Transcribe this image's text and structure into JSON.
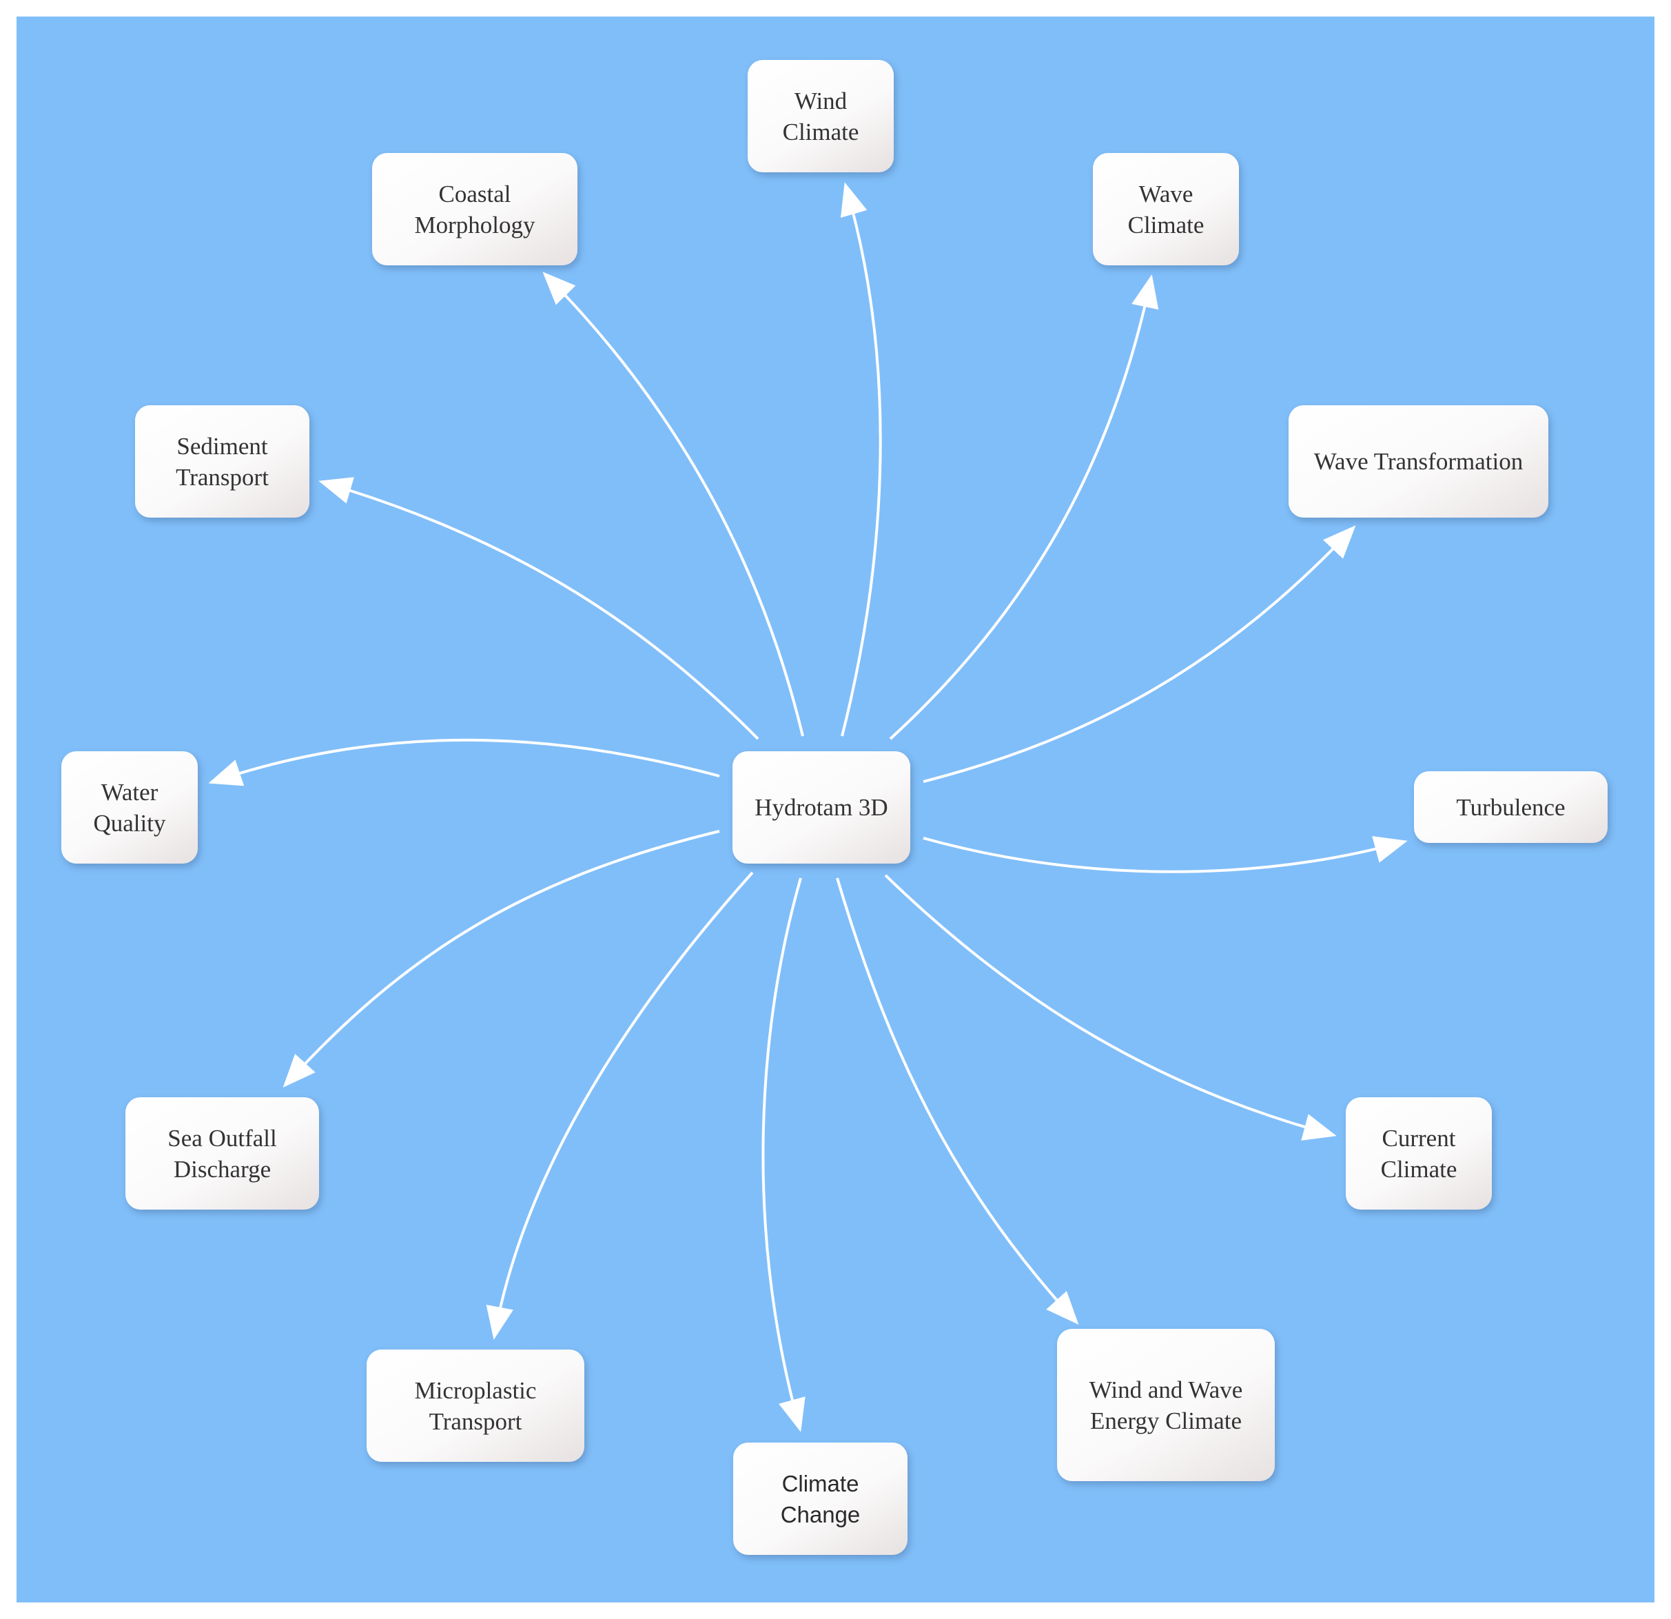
{
  "colors": {
    "background": "#80bef9",
    "arrow": "#ffffff",
    "node_fill": "#ffffff",
    "node_text": "#333333"
  },
  "center": {
    "label": "Hydrotam 3D"
  },
  "nodes": [
    {
      "id": "wind-climate",
      "lines": [
        "Wind",
        "Climate"
      ]
    },
    {
      "id": "wave-climate",
      "lines": [
        "Wave",
        "Climate"
      ]
    },
    {
      "id": "coastal-morphology",
      "lines": [
        "Coastal",
        "Morphology"
      ]
    },
    {
      "id": "sediment-transport",
      "lines": [
        "Sediment",
        "Transport"
      ]
    },
    {
      "id": "wave-transformation",
      "lines": [
        "Wave Transformation"
      ]
    },
    {
      "id": "water-quality",
      "lines": [
        "Water",
        "Quality"
      ]
    },
    {
      "id": "turbulence",
      "lines": [
        "Turbulence"
      ]
    },
    {
      "id": "sea-outfall-discharge",
      "lines": [
        "Sea Outfall",
        "Discharge"
      ]
    },
    {
      "id": "current-climate",
      "lines": [
        "Current",
        "Climate"
      ]
    },
    {
      "id": "microplastic-transport",
      "lines": [
        "Microplastic",
        "Transport"
      ]
    },
    {
      "id": "climate-change",
      "lines": [
        "Climate Change"
      ]
    },
    {
      "id": "wind-wave-energy-climate",
      "lines": [
        "Wind and Wave",
        "Energy Climate"
      ]
    }
  ]
}
